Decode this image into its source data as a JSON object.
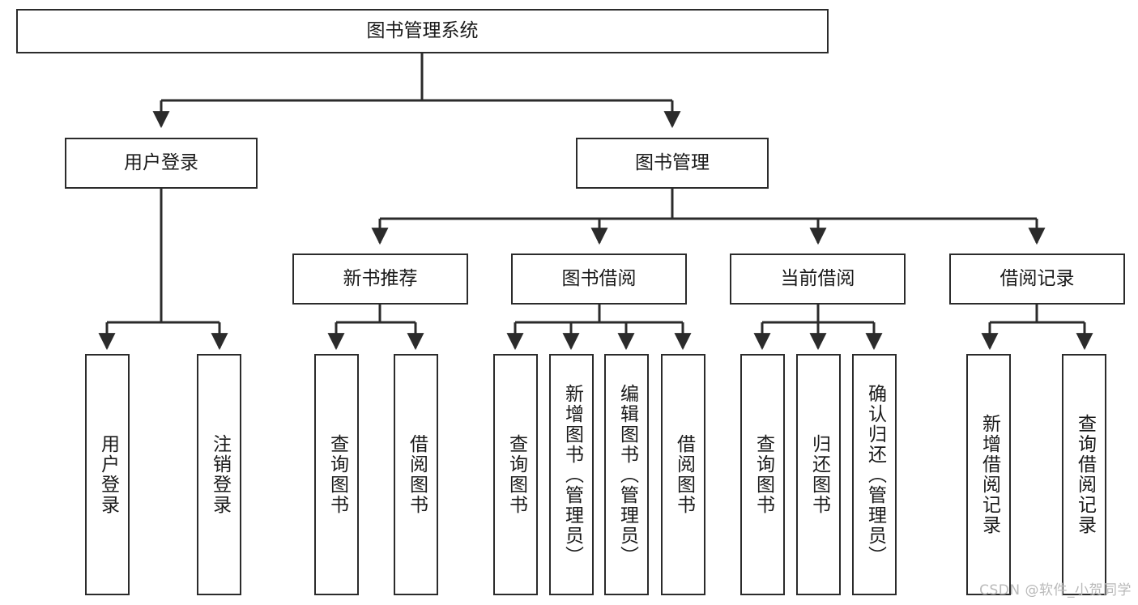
{
  "diagram": {
    "title": "图书管理系统",
    "type": "hierarchy-tree",
    "watermark": "CSDN @软件_小贺同学",
    "colors": {
      "box_border": "#2b2b2b",
      "box_fill": "#ffffff",
      "line": "#2b2b2b",
      "text": "#1a1a1a",
      "watermark": "#b9b9b9"
    },
    "nodes": {
      "root": {
        "label": "图书管理系统"
      },
      "level2": [
        {
          "label": "用户登录"
        },
        {
          "label": "图书管理"
        }
      ],
      "level3": [
        {
          "label": "新书推荐"
        },
        {
          "label": "图书借阅"
        },
        {
          "label": "当前借阅"
        },
        {
          "label": "借阅记录"
        }
      ],
      "leaves_user_login": [
        {
          "label": "用户登录"
        },
        {
          "label": "注销登录"
        }
      ],
      "leaves_new_book": [
        {
          "label": "查询图书"
        },
        {
          "label": "借阅图书"
        }
      ],
      "leaves_borrow": [
        {
          "label": "查询图书"
        },
        {
          "label": "新增图书（管理员）"
        },
        {
          "label": "编辑图书（管理员）"
        },
        {
          "label": "借阅图书"
        }
      ],
      "leaves_current": [
        {
          "label": "查询图书"
        },
        {
          "label": "归还图书"
        },
        {
          "label": "确认归还（管理员）"
        }
      ],
      "leaves_records": [
        {
          "label": "新增借阅记录"
        },
        {
          "label": "查询借阅记录"
        }
      ]
    }
  }
}
